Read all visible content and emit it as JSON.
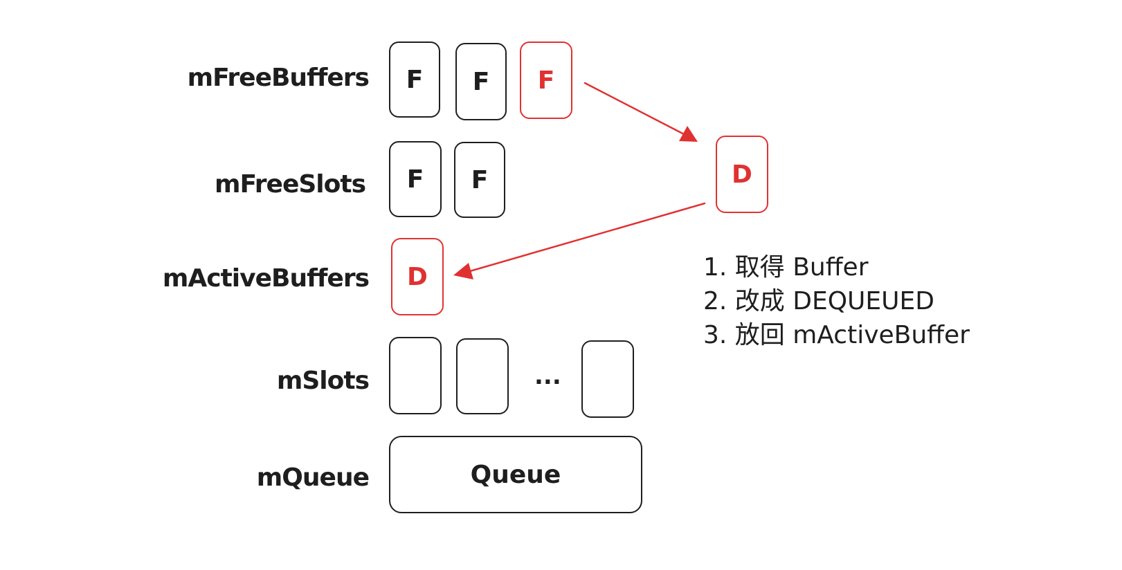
{
  "rows": {
    "free_buffers": {
      "label": "mFreeBuffers",
      "boxes": [
        "F",
        "F",
        "F"
      ]
    },
    "free_slots": {
      "label": "mFreeSlots",
      "boxes": [
        "F",
        "F"
      ]
    },
    "active_buffers": {
      "label": "mActiveBuffers",
      "boxes": [
        "D"
      ]
    },
    "slots": {
      "label": "mSlots",
      "ellipsis": "..."
    },
    "queue": {
      "label": "mQueue",
      "box": "Queue"
    }
  },
  "dequeued_box": "D",
  "steps": [
    "1. 取得 Buffer",
    "2. 改成 DEQUEUED",
    "3. 放回 mActiveBuffer"
  ],
  "colors": {
    "stroke": "#1e1e1e",
    "highlight": "#e03131",
    "background": "#ffffff"
  }
}
